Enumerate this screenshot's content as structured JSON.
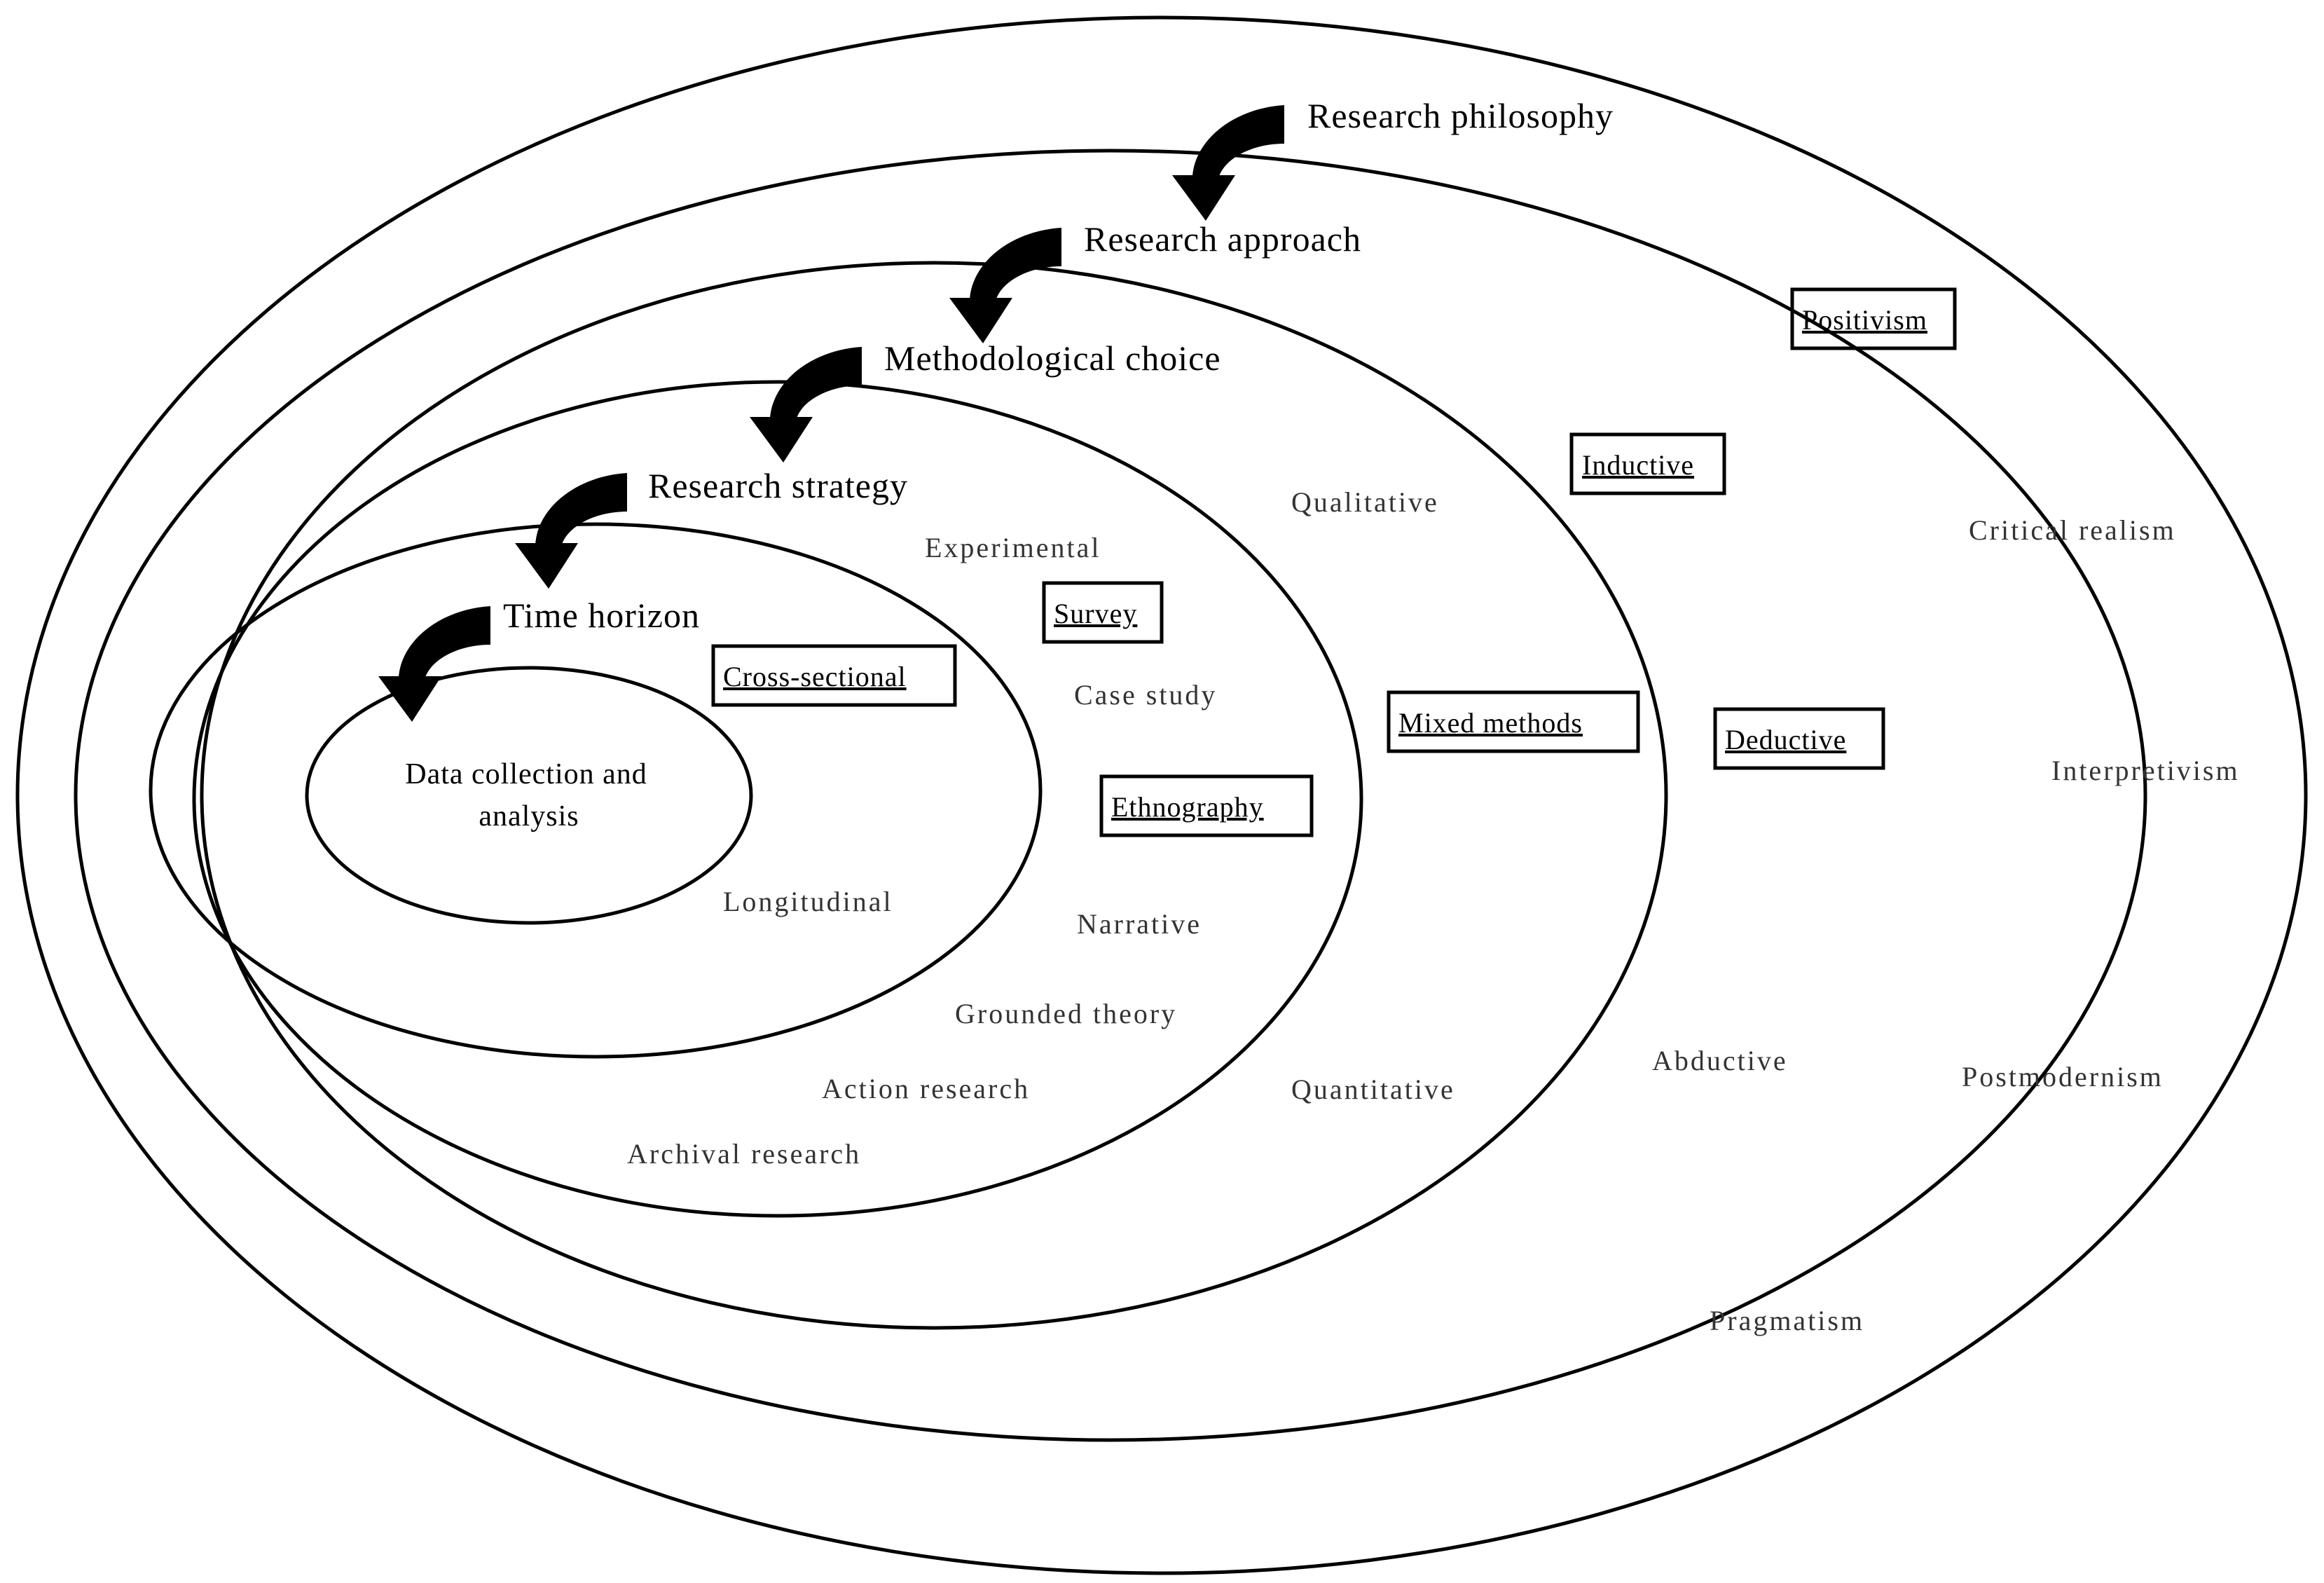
{
  "layers": {
    "philosophy": {
      "title": "Research philosophy",
      "options": [
        "Positivism",
        "Critical realism",
        "Interpretivism",
        "Postmodernism",
        "Pragmatism"
      ]
    },
    "approach": {
      "title": "Research approach",
      "options": [
        "Inductive",
        "Deductive",
        "Abductive"
      ]
    },
    "choice": {
      "title": "Methodological choice",
      "options": [
        "Qualitative",
        "Mixed methods",
        "Quantitative"
      ]
    },
    "strategy": {
      "title": "Research strategy",
      "options": [
        "Experimental",
        "Survey",
        "Case study",
        "Ethnography",
        "Narrative",
        "Grounded theory",
        "Action research",
        "Archival research"
      ]
    },
    "horizon": {
      "title": "Time horizon",
      "options": [
        "Cross-sectional",
        "Longitudinal"
      ]
    },
    "core": {
      "line1": "Data collection and",
      "line2": "analysis"
    }
  },
  "selected": [
    "Positivism",
    "Inductive",
    "Deductive",
    "Mixed methods",
    "Survey",
    "Ethnography",
    "Cross-sectional"
  ]
}
